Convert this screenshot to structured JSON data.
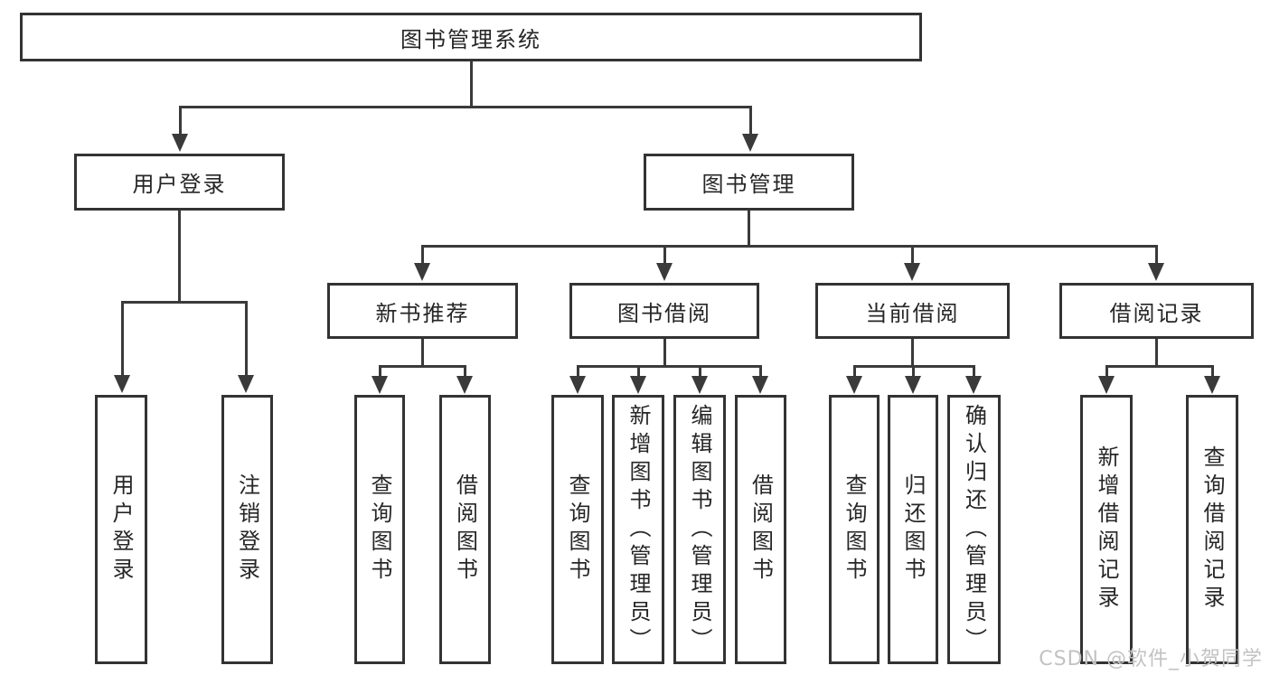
{
  "diagram": {
    "title": "图书管理系统",
    "root": "图书管理系统",
    "level2": [
      "用户登录",
      "图书管理"
    ],
    "level3": [
      "新书推荐",
      "图书借阅",
      "当前借阅",
      "借阅记录"
    ],
    "leaves": [
      "用户登录",
      "注销登录",
      "查询图书",
      "借阅图书",
      "查询图书",
      "新增图书（管理员）",
      "编辑图书（管理员）",
      "借阅图书",
      "查询图书",
      "归还图书",
      "确认归还（管理员）",
      "新增借阅记录",
      "查询借阅记录"
    ]
  },
  "watermark": "CSDN @软件_小贺同学",
  "colors": {
    "line": "#3a3a3a",
    "border": "#333333",
    "text": "#262626",
    "background": "#ffffff",
    "watermark": "#c2c2c2"
  }
}
